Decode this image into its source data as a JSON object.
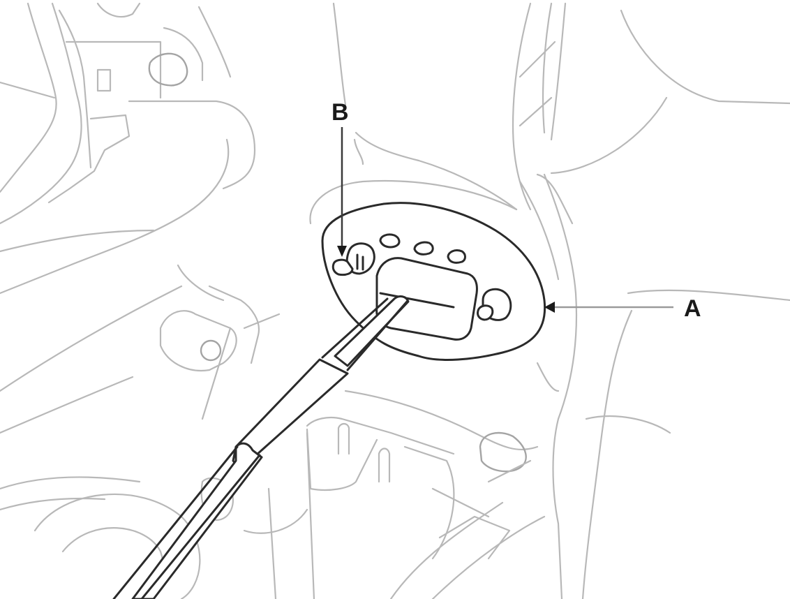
{
  "diagram": {
    "kind": "automotive service illustration (line art)",
    "labels": [
      {
        "id": "A",
        "text": "A",
        "points_to": "oval component / cover plate"
      },
      {
        "id": "B",
        "text": "B",
        "points_to": "fastener (bolt) on component"
      }
    ],
    "colors": {
      "background": "#ffffff",
      "foreground_line": "#2a2a2a",
      "background_line": "#b8b8b8",
      "label": "#1a1a1a"
    }
  }
}
